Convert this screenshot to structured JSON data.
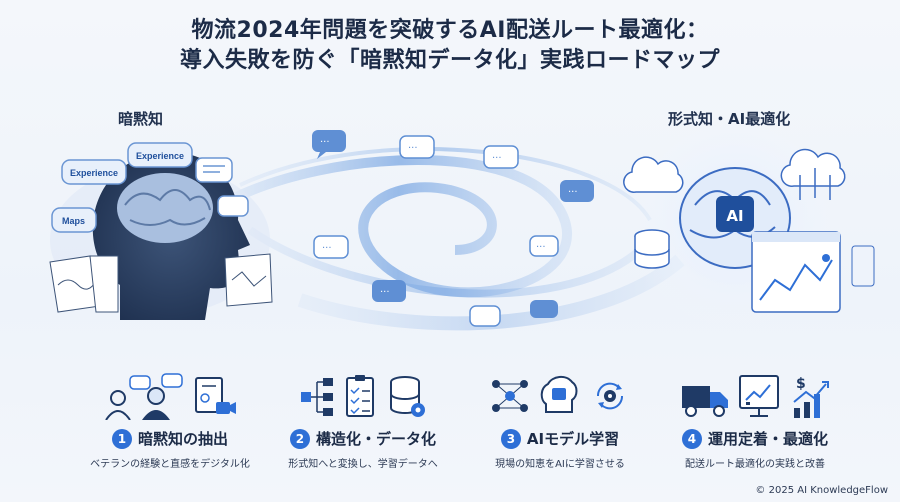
{
  "title": {
    "line1": "物流2024年問題を突破するAI配送ルート最適化：",
    "line2": "導入失敗を防ぐ「暗黙知データ化」実践ロードマップ"
  },
  "left": {
    "label": "暗黙知",
    "bubbles": [
      "Experience",
      "Experience",
      "Maps"
    ]
  },
  "right": {
    "label": "形式知・AI最適化",
    "ai_chip": "AI"
  },
  "steps": [
    {
      "num": "1",
      "title": "暗黙知の抽出",
      "desc": "ベテランの経験と直感をデジタル化"
    },
    {
      "num": "2",
      "title": "構造化・データ化",
      "desc": "形式知へと変換し、学習データへ"
    },
    {
      "num": "3",
      "title": "AIモデル学習",
      "desc": "現場の知恵をAIに学習させる"
    },
    {
      "num": "4",
      "title": "運用定着・最適化",
      "desc": "配送ルート最適化の実践と改善"
    }
  ],
  "footer": {
    "copyright": "© 2025 AI KnowledgeFlow"
  },
  "colors": {
    "accent": "#2e6fd6",
    "swirl": "#8fb4e8",
    "dark": "#1c2b47"
  }
}
